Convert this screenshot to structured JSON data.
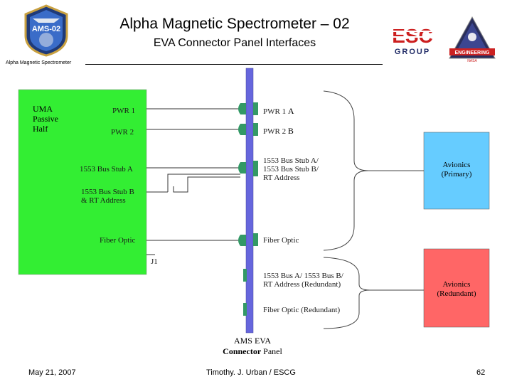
{
  "header": {
    "title": "Alpha Magnetic Spectrometer – 02",
    "subtitle": "EVA Connector Panel Interfaces",
    "small_label": "Alpha Magnetic Spectrometer"
  },
  "logos": {
    "ams": "AMS-02",
    "escg_top": "ESC",
    "escg_bottom": "GROUP",
    "eng_main": "ENGINEERING",
    "eng_sub": "NASA"
  },
  "diagram": {
    "uma_box": {
      "line1": "UMA",
      "line2": "Passive",
      "line3": "Half",
      "color": "#33ee33"
    },
    "left_labels": {
      "pwr1": "PWR 1",
      "pwr2": "PWR 2",
      "bus_a": "1553 Bus Stub A",
      "bus_b_line1": "1553 Bus Stub B",
      "bus_b_line2": "& RT Address",
      "fiber": "Fiber Optic",
      "j1": "J1"
    },
    "right_labels": {
      "pwr1": "PWR 1",
      "pwr1_suffix": "A",
      "pwr2": "PWR 2",
      "pwr2_suffix": "B",
      "bus_line1": "1553 Bus Stub A/",
      "bus_line2": "1553 Bus Stub B/",
      "bus_line3": "RT Address",
      "fiber": "Fiber Optic",
      "red_bus_line1": "1553 Bus A/ 1553 Bus B/",
      "red_bus_line2": "RT Address (Redundant)",
      "red_fiber": "Fiber Optic (Redundant)"
    },
    "avionics_primary": {
      "line1": "Avionics",
      "line2": "(Primary)",
      "color": "#66ccff"
    },
    "avionics_redundant": {
      "line1": "Avionics",
      "line2": "(Redundant)",
      "color": "#ff6666"
    },
    "panel_label": {
      "line1": "AMS EVA",
      "line2": "Connector",
      "line3": "Panel"
    },
    "bar_color": "#6666dd",
    "connector_color": "#339966"
  },
  "footer": {
    "date": "May 21, 2007",
    "author": "Timothy. J. Urban / ESCG",
    "page": "62"
  }
}
